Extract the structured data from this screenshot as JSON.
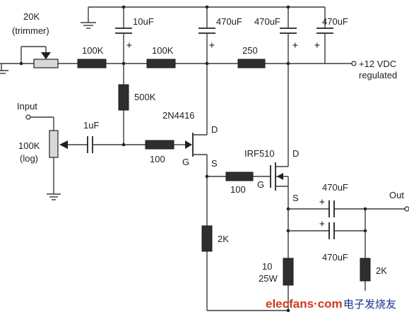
{
  "labels": {
    "trimmer_value": "20K",
    "trimmer_note": "(trimmer)",
    "r_100k_a": "100K",
    "r_100k_b": "100K",
    "r_250": "250",
    "r_500k": "500K",
    "c_10uf": "10uF",
    "c_470uf_a": "470uF",
    "c_470uf_b": "470uF",
    "c_470uf_c": "470uF",
    "supply_voltage": "+12 VDC",
    "supply_note": "regulated",
    "input": "Input",
    "pot_value": "100K",
    "pot_taper": "(log)",
    "c_1uf": "1uF",
    "r_100_gate1": "100",
    "jfet": "2N4416",
    "jfet_d": "D",
    "jfet_g": "G",
    "jfet_s": "S",
    "mosfet": "IRF510",
    "mosfet_d": "D",
    "mosfet_g": "G",
    "mosfet_s": "S",
    "r_100_gate2": "100",
    "c_470uf_out1": "470uF",
    "c_470uf_out2": "470uF",
    "output": "Out",
    "r_2k_jfet": "2K",
    "r_10_value": "10",
    "r_10_power": "25W",
    "r_2k_out": "2K",
    "plus_sign": "+"
  },
  "watermark": {
    "site": "elecfans·com",
    "chinese": "电子发烧友"
  }
}
